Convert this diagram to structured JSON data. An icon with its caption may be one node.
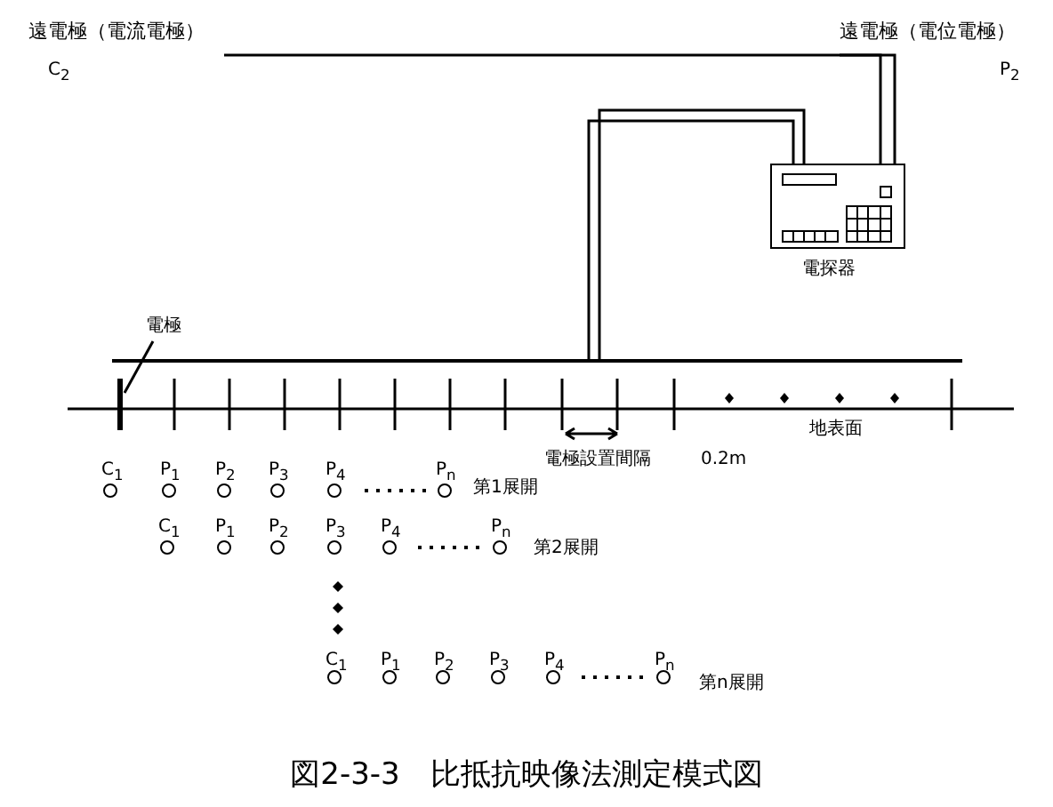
{
  "diagram": {
    "caption": "図2-3-3　比抵抗映像法測定模式図",
    "nodes": [
      {
        "text": [
          "遠電極（電流電極）",
          "C$_{2}$"
        ]
      },
      {
        "text": [
          "遠電極（電位電極）",
          "P$_{2}$"
        ]
      },
      {
        "text": [
          "電探器"
        ]
      },
      {
        "text": [
          "電極"
        ]
      },
      {
        "text": [],
        "shape": "bar"
      },
      {
        "text": [],
        "shape": "bar"
      }
    ],
    "edges": [
      {
        "from": 0,
        "to": 2,
        "arrow": "none"
      },
      {
        "from": 1,
        "to": 2,
        "arrow": "none"
      },
      {
        "from": 2,
        "to": 4,
        "arrow": "none"
      },
      {
        "from": 3,
        "to": 5,
        "arrow": "none"
      }
    ],
    "labels": [
      "地表面",
      "電極設置間隔",
      "0.2m",
      "C$_{1}$",
      "P$_{1}$",
      "P$_{2}$",
      "P$_{3}$",
      "P$_{4}$",
      "P$_{n}$",
      "第1展開",
      "C$_{1}$",
      "P$_{1}$",
      "P$_{2}$",
      "P$_{3}$",
      "P$_{4}$",
      "P$_{n}$",
      "第2展開",
      "C$_{1}$",
      "P$_{1}$",
      "P$_{2}$",
      "P$_{3}$",
      "P$_{4}$",
      "P$_{n}$",
      "第n展開"
    ]
  }
}
